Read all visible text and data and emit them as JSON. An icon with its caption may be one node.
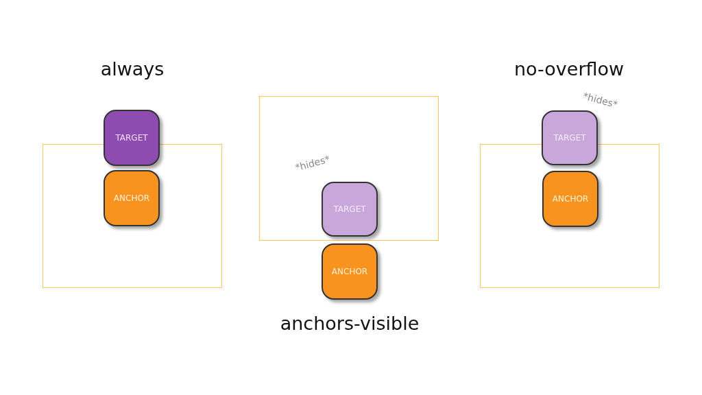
{
  "diagram": {
    "nodes": [
      {
        "text": [],
        "shape": "box"
      },
      {
        "text": [
          "TARGET"
        ]
      },
      {
        "text": [
          "ANCHOR"
        ],
        "in": 0
      },
      {
        "text": [],
        "shape": "box"
      },
      {
        "text": [
          "TARGET"
        ],
        "in": 3,
        "beside": [
          "*hides*"
        ]
      },
      {
        "text": [
          "ANCHOR"
        ]
      },
      {
        "text": [],
        "shape": "box"
      },
      {
        "text": [
          "TARGET"
        ],
        "beside": [
          "*hides*"
        ]
      },
      {
        "text": [
          "ANCHOR"
        ],
        "in": 6
      }
    ],
    "edges": [],
    "labels": [
      "always",
      "no-overflow",
      "anchors-visible"
    ]
  }
}
